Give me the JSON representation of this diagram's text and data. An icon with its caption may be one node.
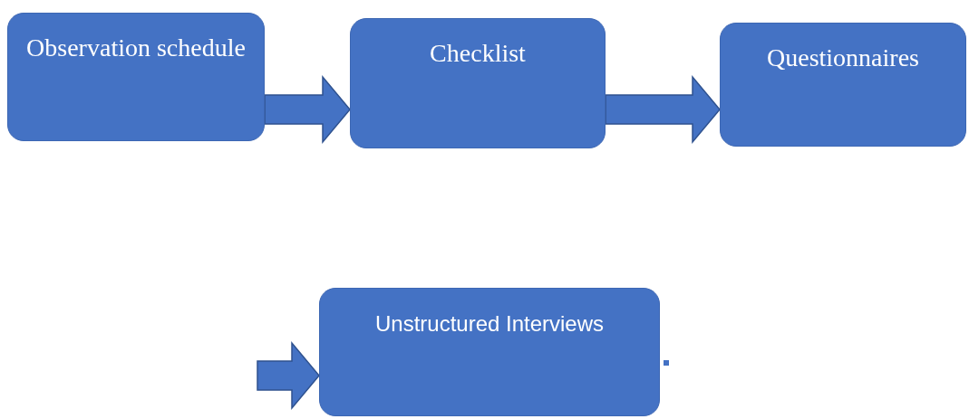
{
  "diagram": {
    "nodes": [
      {
        "text": [
          "Observation schedule"
        ]
      },
      {
        "text": [
          "Checklist"
        ]
      },
      {
        "text": [
          "Questionnaires"
        ]
      },
      {
        "text": [
          "Unstructured Interviews"
        ]
      }
    ],
    "edges": [
      {
        "from": 0,
        "to": 1,
        "arrow": "to"
      },
      {
        "from": 1,
        "to": 2,
        "arrow": "to"
      },
      {
        "from": null,
        "to": 3,
        "arrow": "to"
      }
    ]
  }
}
